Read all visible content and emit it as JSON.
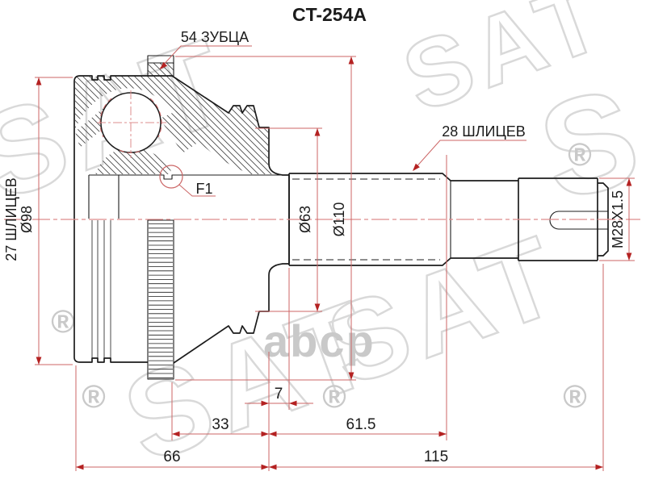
{
  "part_number": "CT-254A",
  "callouts": {
    "teeth_count": "54 ЗУБЦА",
    "shaft_splines": "28 ШЛИЦЕВ",
    "bore_splines": "27 ШЛИЦЕВ",
    "detail_ref": "F1",
    "thread_spec": "M28X1.5"
  },
  "diameters": {
    "housing_od": "Ø98",
    "boot_groove_od": "Ø63",
    "abs_ring_od": "Ø110"
  },
  "lengths": {
    "groove_to_spline": "7",
    "ring_to_back": "33",
    "back_to_spline_end": "61.5",
    "face_to_back": "66",
    "back_to_tip": "115"
  },
  "watermark": {
    "brand": "SAT",
    "brand_s": "S",
    "registered": "®",
    "portal": "abcp"
  },
  "colors": {
    "ink": "#1c1c1c",
    "dimension": "#cc6666",
    "arrow": "#b42222",
    "centerline": "#de8c8c",
    "hatch": "#4a4a4a",
    "watermark_outline": "#d9d9d9",
    "watermark_solid": "#c9c9c9"
  }
}
